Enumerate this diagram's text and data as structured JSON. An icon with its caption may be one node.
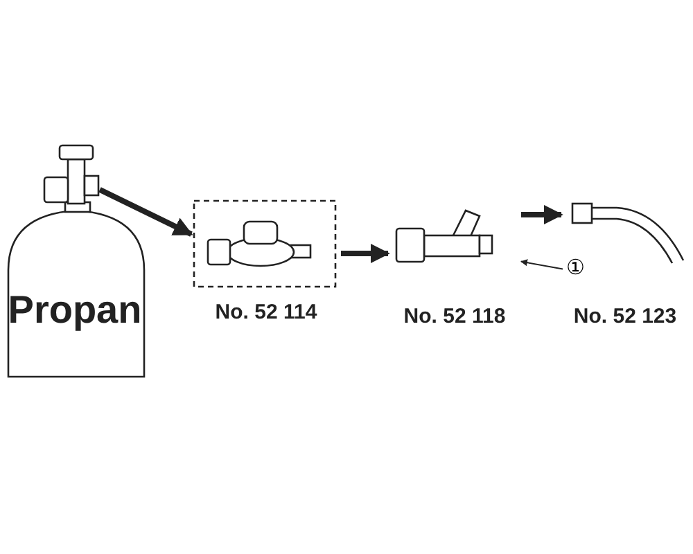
{
  "diagram": {
    "nodes": [
      {
        "text": [
          "Propan"
        ]
      },
      {
        "text": [],
        "shape": "picture",
        "beside": [
          "No. 52 114"
        ]
      },
      {
        "text": [],
        "shape": "picture",
        "beside": [
          "No. 52 118"
        ]
      },
      {
        "text": [],
        "shape": "picture",
        "beside": [
          "No. 52 123"
        ]
      },
      {
        "text": [
          "①"
        ]
      }
    ],
    "edges": [
      {
        "from": 0,
        "to": 1,
        "arrow": "to"
      },
      {
        "from": 1,
        "to": 2,
        "arrow": "to"
      },
      {
        "from": 2,
        "to": 3,
        "arrow": "to"
      },
      {
        "from": 4,
        "to": 2,
        "arrow": "to"
      }
    ]
  }
}
